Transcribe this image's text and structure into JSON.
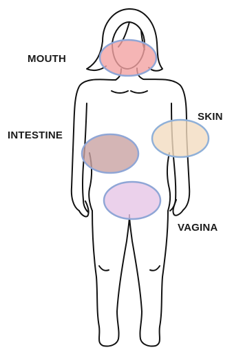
{
  "labels": {
    "mouth": "MOUTH",
    "skin": "SKIN",
    "intestine": "INTESTINE",
    "vagina": "VAGINA"
  },
  "regions": {
    "mouth": {
      "fill": "#f3a3a3",
      "stroke": "#8fa6d6"
    },
    "skin": {
      "fill": "#f3dcc0",
      "stroke": "#8fb0d8"
    },
    "intestine": {
      "fill": "#c9a3a3",
      "stroke": "#8fa6d6"
    },
    "vagina": {
      "fill": "#e6c6e6",
      "stroke": "#8fa6d6"
    }
  },
  "colors": {
    "outline": "#111111",
    "label_text": "#1a1a1a",
    "background": "#ffffff"
  }
}
